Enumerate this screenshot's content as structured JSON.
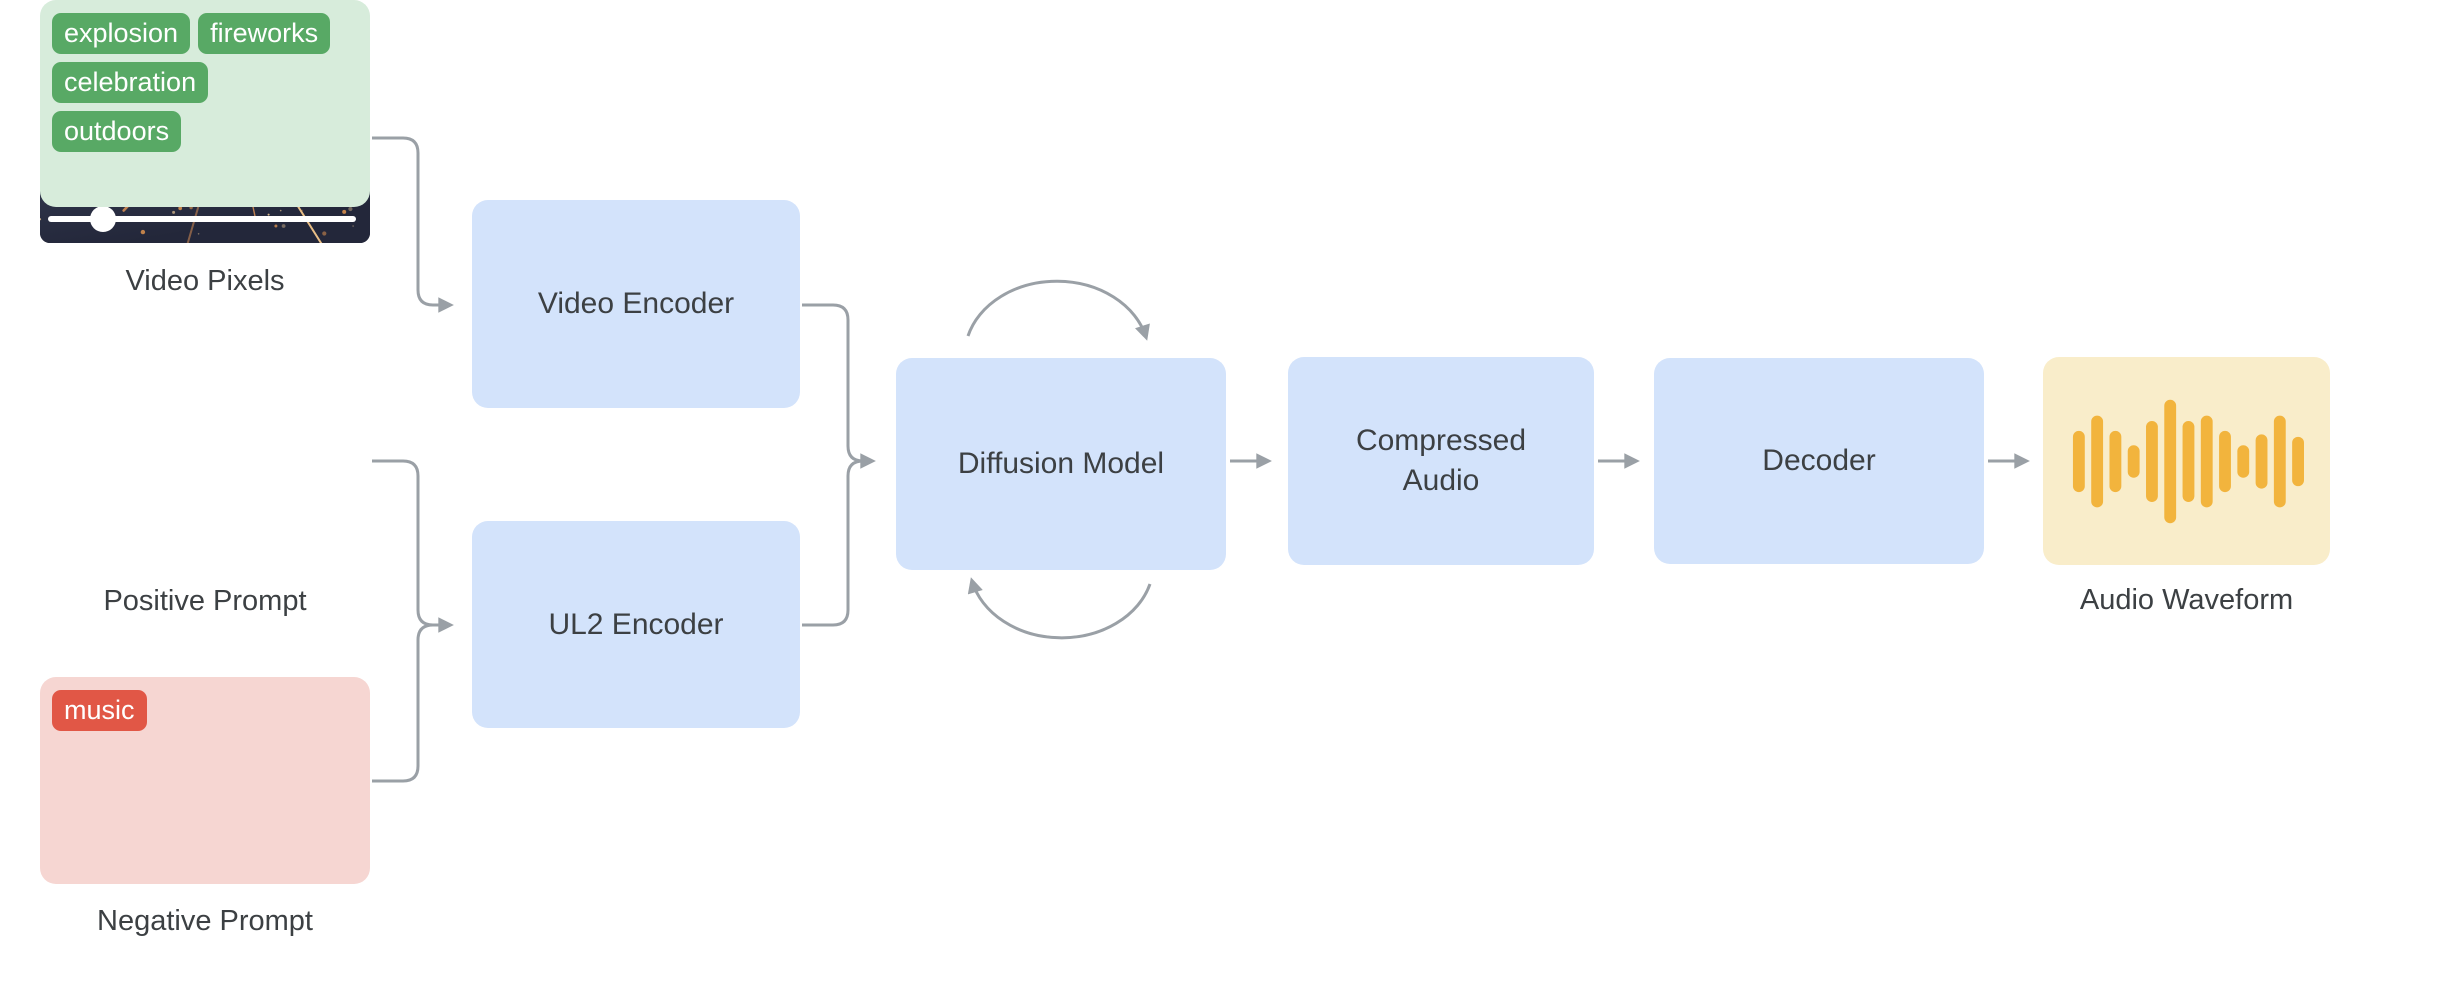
{
  "inputs": {
    "video": {
      "label": "Video Pixels"
    },
    "positive": {
      "label": "Positive Prompt",
      "tags": [
        "explosion",
        "fireworks",
        "celebration",
        "outdoors"
      ]
    },
    "negative": {
      "label": "Negative Prompt",
      "tags": [
        "music"
      ]
    }
  },
  "nodes": {
    "video_encoder": {
      "label": "Video Encoder"
    },
    "ul2_encoder": {
      "label": "UL2 Encoder"
    },
    "diffusion_model": {
      "label": "Diffusion Model"
    },
    "compressed_audio": {
      "label": "Compressed\nAudio"
    },
    "decoder": {
      "label": "Decoder"
    }
  },
  "output": {
    "audio_waveform": {
      "label": "Audio Waveform"
    }
  },
  "colors": {
    "node_fill": "#d3e3fb",
    "positive_fill": "#d7ecdb",
    "positive_tag": "#58a965",
    "negative_fill": "#f6d6d2",
    "negative_tag": "#e15746",
    "output_fill": "#f9edca",
    "waveform_bars": "#f2b43d",
    "connector": "#9aa0a6",
    "label_text": "#3c4043",
    "tag_text": "#ffffff"
  }
}
